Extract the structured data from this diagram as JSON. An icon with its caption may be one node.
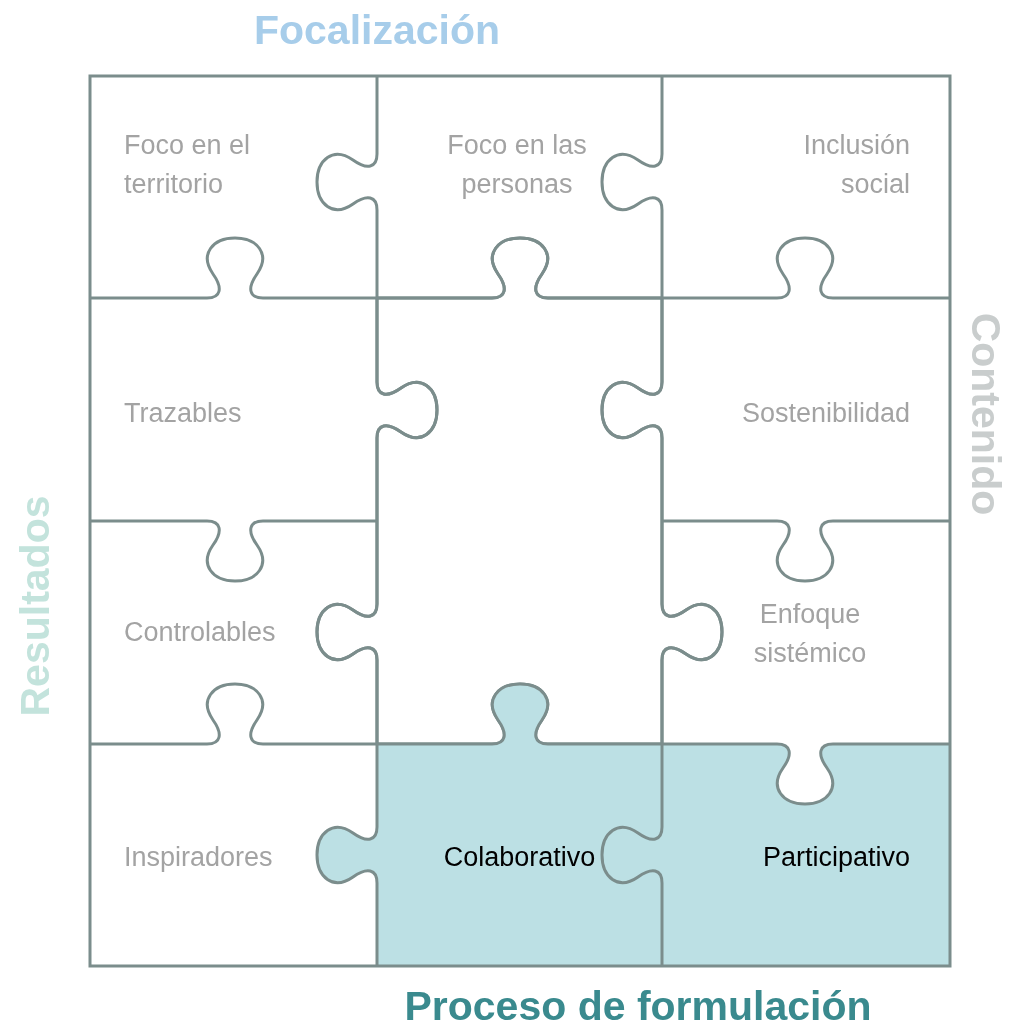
{
  "diagram": {
    "nodes": [
      {
        "text": [
          "Foco en el territorio"
        ]
      },
      {
        "text": [
          "Foco en las personas"
        ]
      },
      {
        "text": [
          "Inclusión social"
        ]
      },
      {
        "text": [
          "Trazables"
        ]
      },
      {
        "text": [],
        "shape": "box"
      },
      {
        "text": [
          "Sostenibilidad"
        ]
      },
      {
        "text": [
          "Controlables"
        ]
      },
      {
        "text": [
          "Enfoque sistémico"
        ]
      },
      {
        "text": [
          "Inspiradores"
        ]
      },
      {
        "text": [
          "Colaborativo"
        ]
      },
      {
        "text": [
          "Participativo"
        ]
      }
    ],
    "edges": [],
    "labels": [
      "Focalización",
      "Contenido",
      "Resultados",
      "Proceso de formulación"
    ]
  }
}
